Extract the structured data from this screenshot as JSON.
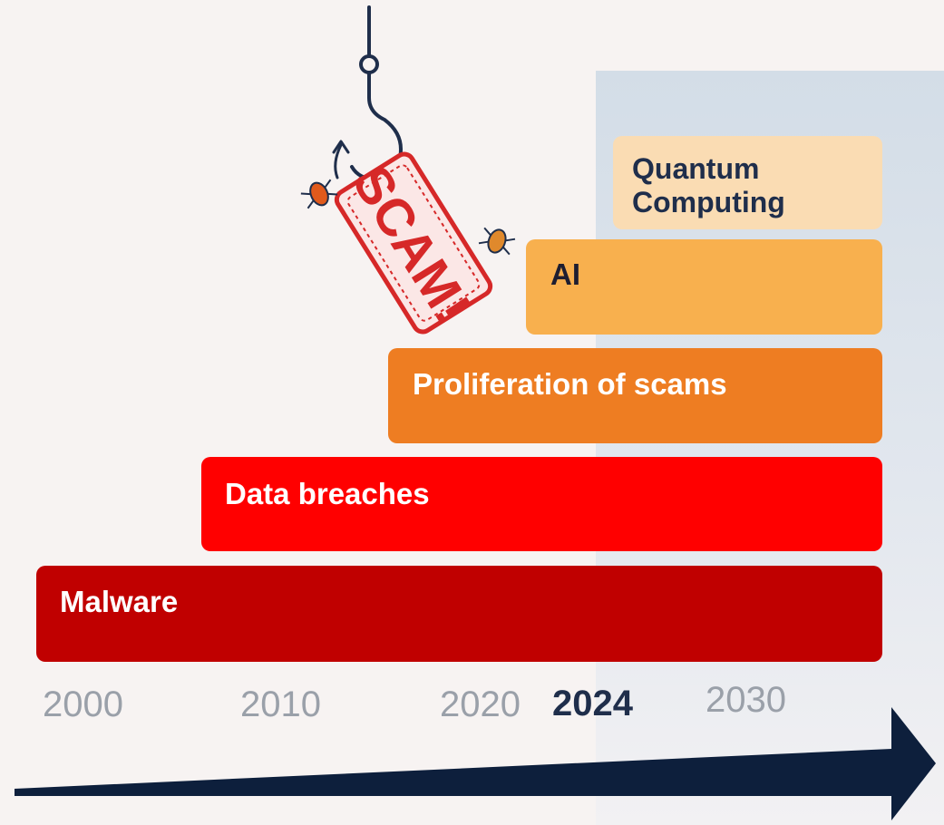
{
  "bars": {
    "quantum": "Quantum Computing",
    "quantum_line1": "Quantum",
    "quantum_line2": "Computing",
    "ai": "AI",
    "scams": "Proliferation of scams",
    "breaches": "Data breaches",
    "malware": "Malware"
  },
  "timeline": {
    "years": [
      "2000",
      "2010",
      "2020",
      "2024",
      "2030"
    ],
    "highlight_year": "2024"
  },
  "illustration": {
    "tag_text": "SCAM!",
    "icon": "fishing-hook-icon"
  },
  "colors": {
    "quantum": "#fadcb3",
    "ai": "#f8b04e",
    "scams": "#ee7d22",
    "breaches": "#ff0000",
    "malware": "#c00000",
    "arrow": "#0d1f3c",
    "future_zone": "#d3dde7"
  }
}
